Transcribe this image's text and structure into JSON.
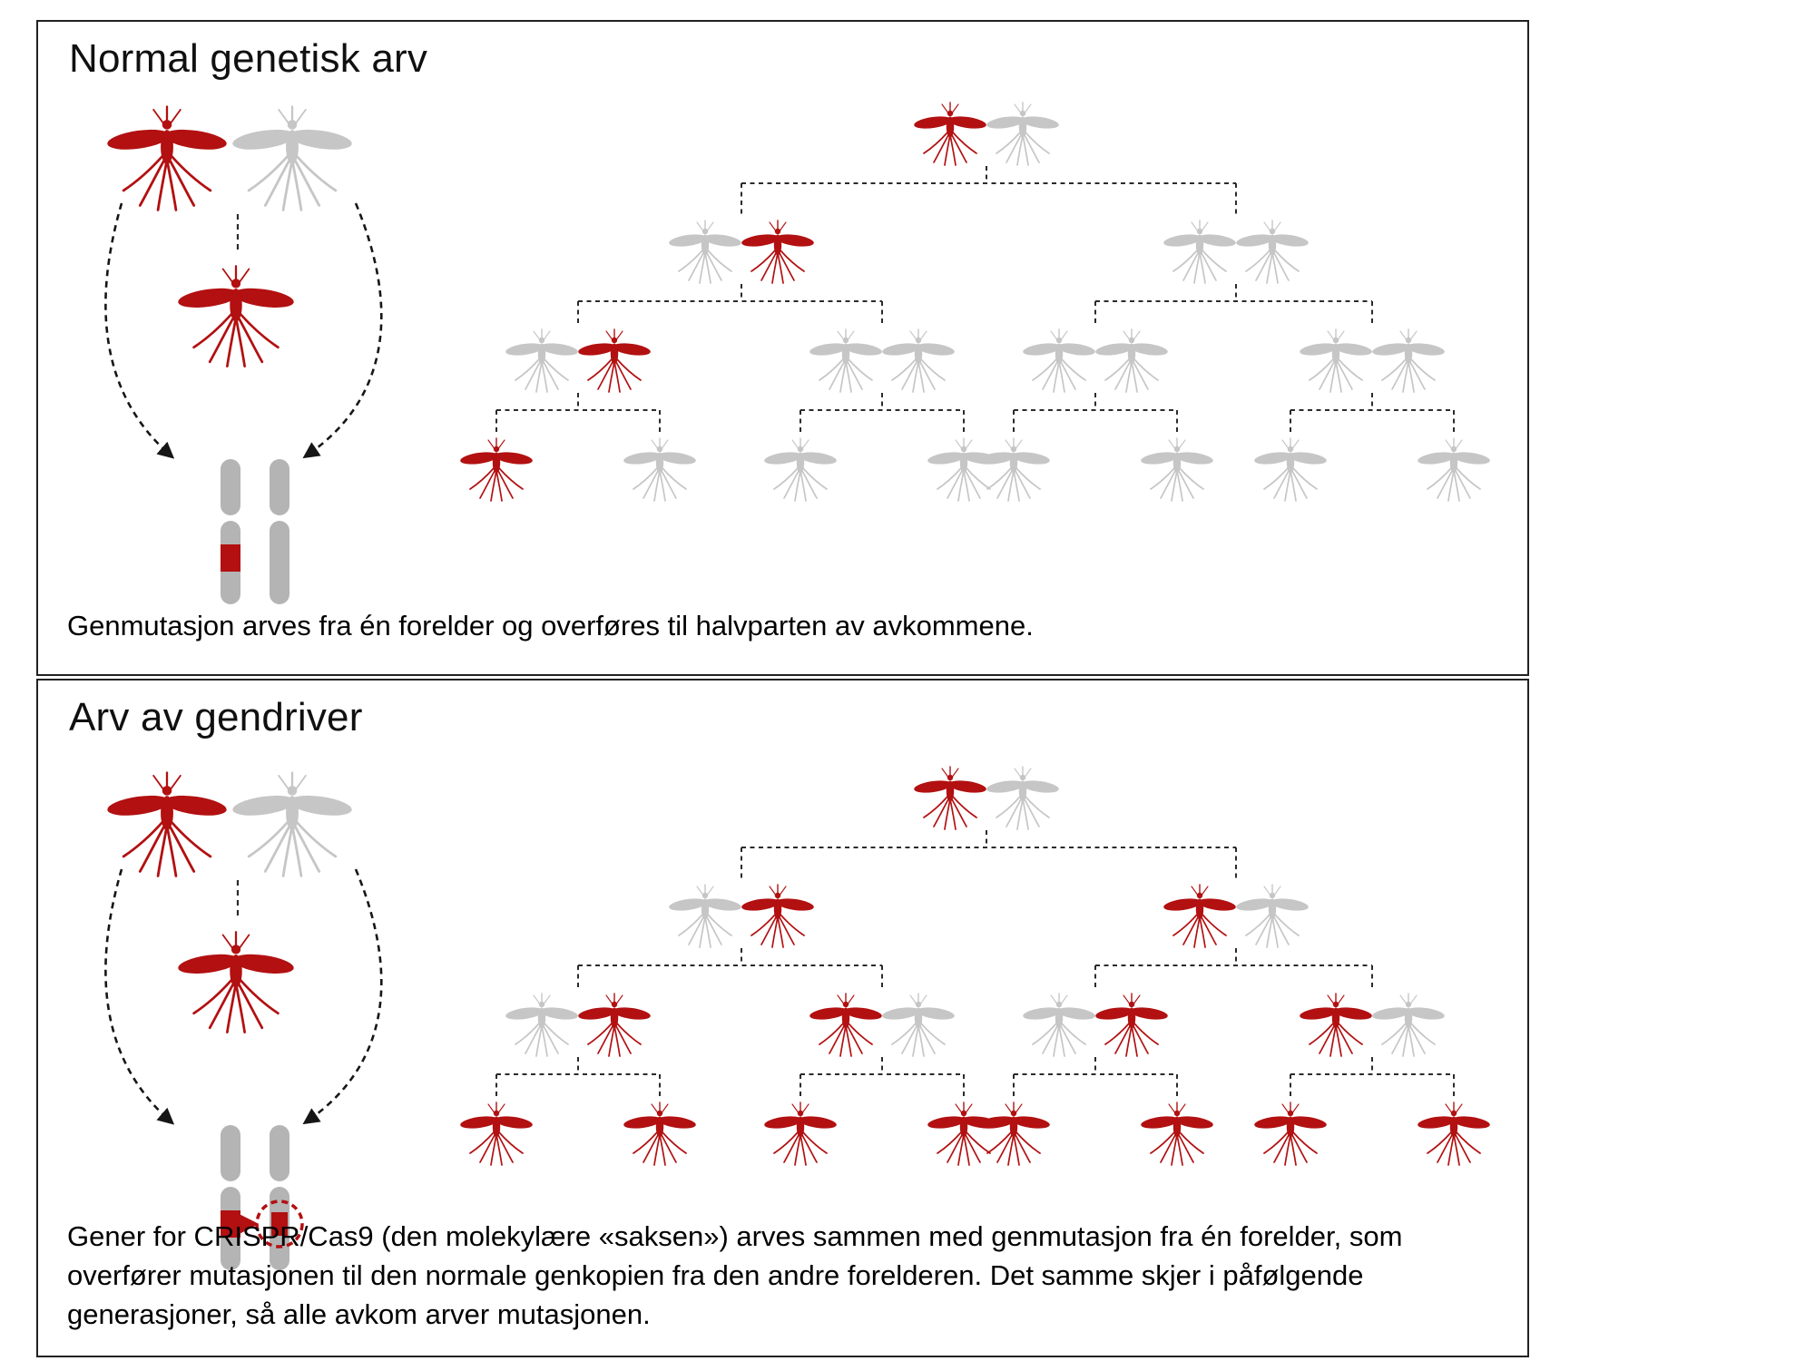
{
  "colors": {
    "red": "#b21011",
    "gray": "#c6c6c6",
    "chromosome": "#b4b4b4",
    "line": "#2b2b2b",
    "border": "#222222",
    "background": "#ffffff"
  },
  "panel_normal": {
    "title": "Normal genetisk arv",
    "caption": "Genmutasjon arves fra én forelder og overføres til halvparten av avkommene.",
    "parents": [
      "red",
      "gray"
    ],
    "offspring": "red",
    "tree": {
      "g0": [
        "red",
        "gray"
      ],
      "g1": [
        "gray",
        "red",
        "gray",
        "gray"
      ],
      "g2": [
        "gray",
        "red",
        "gray",
        "gray",
        "gray",
        "gray",
        "gray",
        "gray"
      ],
      "g3": [
        "red",
        "gray",
        "gray",
        "gray",
        "gray",
        "gray",
        "gray",
        "gray"
      ]
    }
  },
  "panel_drive": {
    "title": "Arv av gendriver",
    "caption": "Gener for CRISPR/Cas9 (den molekylære «saksen») arves sammen med genmutasjon fra én forelder, som overfører mutasjonen til den normale genkopien fra den andre forelderen. Det samme skjer i påfølgende generasjoner, så alle avkom arver mutasjonen.",
    "parents": [
      "red",
      "gray"
    ],
    "offspring": "red",
    "tree": {
      "g0": [
        "red",
        "gray"
      ],
      "g1": [
        "gray",
        "red",
        "red",
        "gray"
      ],
      "g2": [
        "gray",
        "red",
        "red",
        "gray",
        "gray",
        "red",
        "red",
        "gray"
      ],
      "g3": [
        "red",
        "red",
        "red",
        "red",
        "red",
        "red",
        "red",
        "red"
      ]
    }
  }
}
